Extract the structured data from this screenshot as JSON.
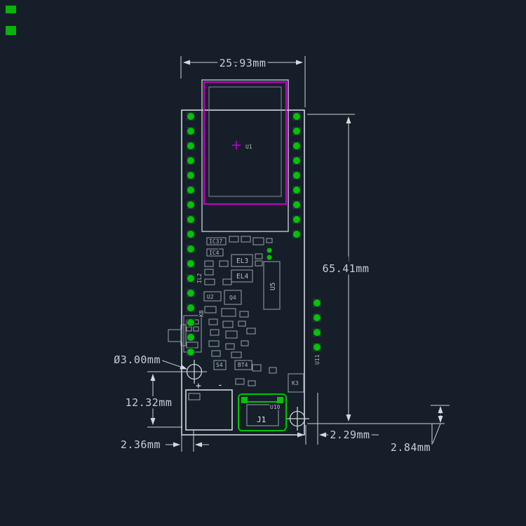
{
  "colors": {
    "background": "#161f29",
    "line": "#dfe3e7",
    "component_line": "#99a1ab",
    "display_magenta": "#c800c8",
    "pad_green": "#00c400",
    "dim_text": "#c7cdd5"
  },
  "dims": {
    "top_width": "25.93mm",
    "right_height": "65.41mm",
    "hole_diameter": "Ø3.00mm",
    "left_vertical": "12.32mm",
    "bottom_left": "2.36mm",
    "bottom_right": "2.29mm",
    "far_right": "2.84mm"
  },
  "refs": {
    "u1": "U1",
    "u2": "U2",
    "u5": "U5",
    "u10": "U10",
    "u11": "U11",
    "il2": "IL2",
    "ic37": "IC37",
    "ic4": "IC4",
    "el3": "EL3",
    "el4": "EL4",
    "q4": "Q4",
    "k3": "K3",
    "kb": "KB",
    "s4": "S4",
    "bt4": "BT4",
    "usb": "J1",
    "plus": "+",
    "minus": "-"
  }
}
